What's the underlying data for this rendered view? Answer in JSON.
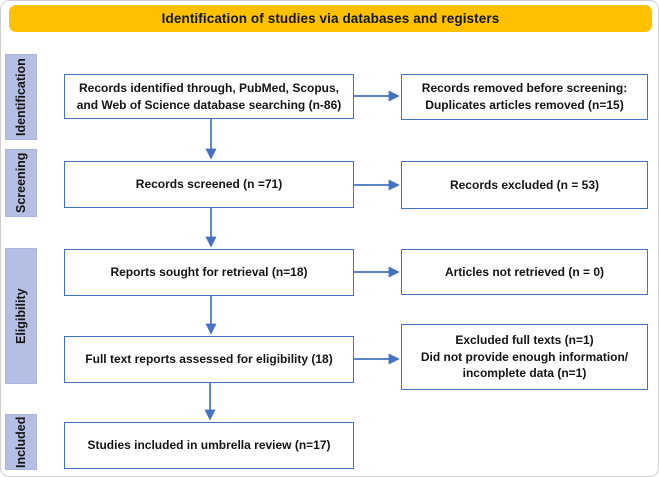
{
  "title": "Identification of studies via databases and registers",
  "colors": {
    "header_bg": "#FDC101",
    "box_border": "#4472C4",
    "arrow": "#4472C4",
    "stage_label_bg": "#B5BFE3",
    "text": "#141414"
  },
  "stages": [
    {
      "label": "Identification"
    },
    {
      "label": "Screening"
    },
    {
      "label": "Eligibility"
    },
    {
      "label": "Included"
    }
  ],
  "boxes": {
    "records_identified": {
      "line1": "Records identified through, PubMed, Scopus,",
      "line2": "and Web of Science database searching (n-86)"
    },
    "records_removed": {
      "line1": "Records removed before screening:",
      "line2": "Duplicates articles removed (n=15)"
    },
    "records_screened": {
      "line1": "Records screened (n =71)"
    },
    "records_excluded": {
      "line1": "Records excluded (n = 53)"
    },
    "reports_sought": {
      "line1": "Reports sought for retrieval (n=18)"
    },
    "articles_not_retrieved": {
      "line1": "Articles not retrieved (n = 0)"
    },
    "fulltext_assessed": {
      "line1": "Full text reports assessed for eligibility (18)"
    },
    "excluded_fulltexts": {
      "line1": "Excluded full texts (n=1)",
      "line2": "Did not provide enough information/",
      "line3": "incomplete data (n=1)"
    },
    "studies_included": {
      "line1": "Studies included in umbrella review (n=17)"
    }
  }
}
